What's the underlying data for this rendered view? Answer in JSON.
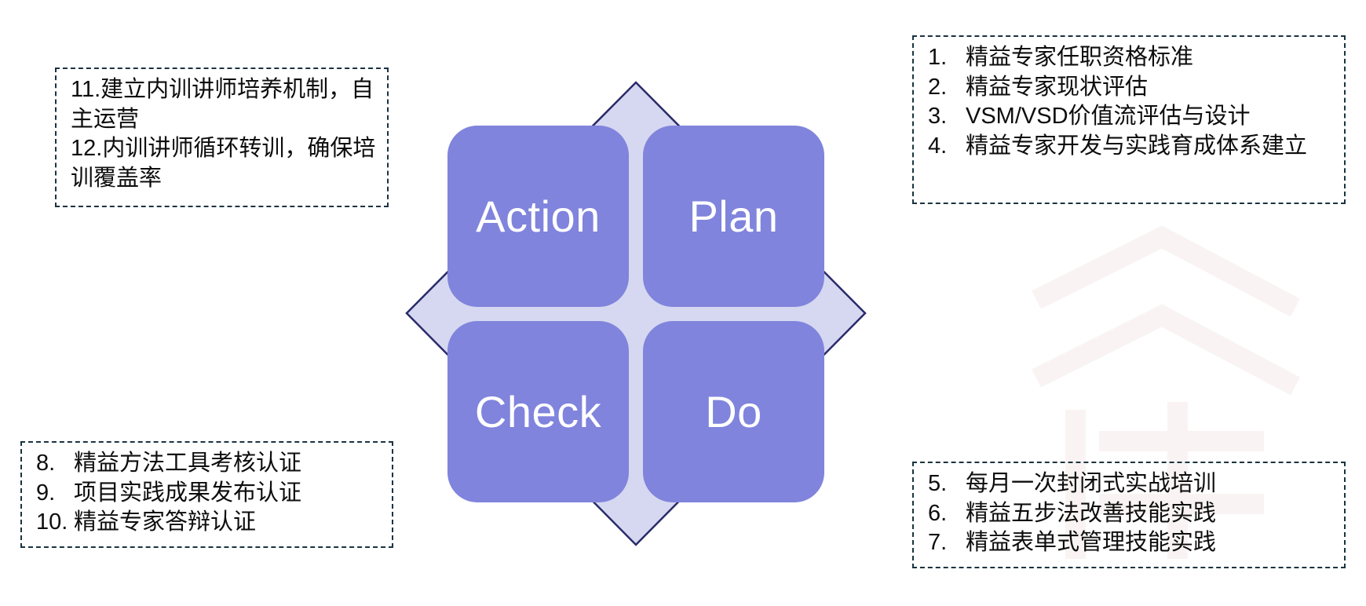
{
  "diagram": {
    "type": "pdca-cycle",
    "colors": {
      "quadrant_fill": "#8084dc",
      "diamond_fill": "#d5d8f0",
      "diamond_stroke": "#2a2a6a",
      "quadrant_text": "#ffffff",
      "callout_border": "#1b3340",
      "callout_text": "#0d0d0d",
      "background": "#ffffff"
    },
    "quadrants": [
      {
        "id": "action",
        "label": "Action",
        "position": "top-left"
      },
      {
        "id": "plan",
        "label": "Plan",
        "position": "top-right"
      },
      {
        "id": "check",
        "label": "Check",
        "position": "bottom-left"
      },
      {
        "id": "do",
        "label": "Do",
        "position": "bottom-right"
      }
    ]
  },
  "callouts": {
    "action": {
      "linked_quadrant": "Action",
      "items": [
        {
          "num": "11.",
          "text": "建立内训讲师培养机制，自主运营"
        },
        {
          "num": "12.",
          "text": "内训讲师循环转训，确保培训覆盖率"
        }
      ]
    },
    "plan": {
      "linked_quadrant": "Plan",
      "items": [
        {
          "num": "1.",
          "text": "精益专家任职资格标准"
        },
        {
          "num": "2.",
          "text": "精益专家现状评估"
        },
        {
          "num": "3.",
          "text": "VSM/VSD价值流评估与设计"
        },
        {
          "num": "4.",
          "text": "精益专家开发与实践育成体系建立"
        }
      ]
    },
    "check": {
      "linked_quadrant": "Check",
      "items": [
        {
          "num": "8.",
          "text": "精益方法工具考核认证"
        },
        {
          "num": "9.",
          "text": "项目实践成果发布认证"
        },
        {
          "num": "10.",
          "text": "精益专家答辩认证"
        }
      ]
    },
    "do": {
      "linked_quadrant": "Do",
      "items": [
        {
          "num": "5.",
          "text": "每月一次封闭式实战培训"
        },
        {
          "num": "6.",
          "text": "精益五步法改善技能实践"
        },
        {
          "num": "7.",
          "text": "精益表单式管理技能实践"
        }
      ]
    }
  }
}
